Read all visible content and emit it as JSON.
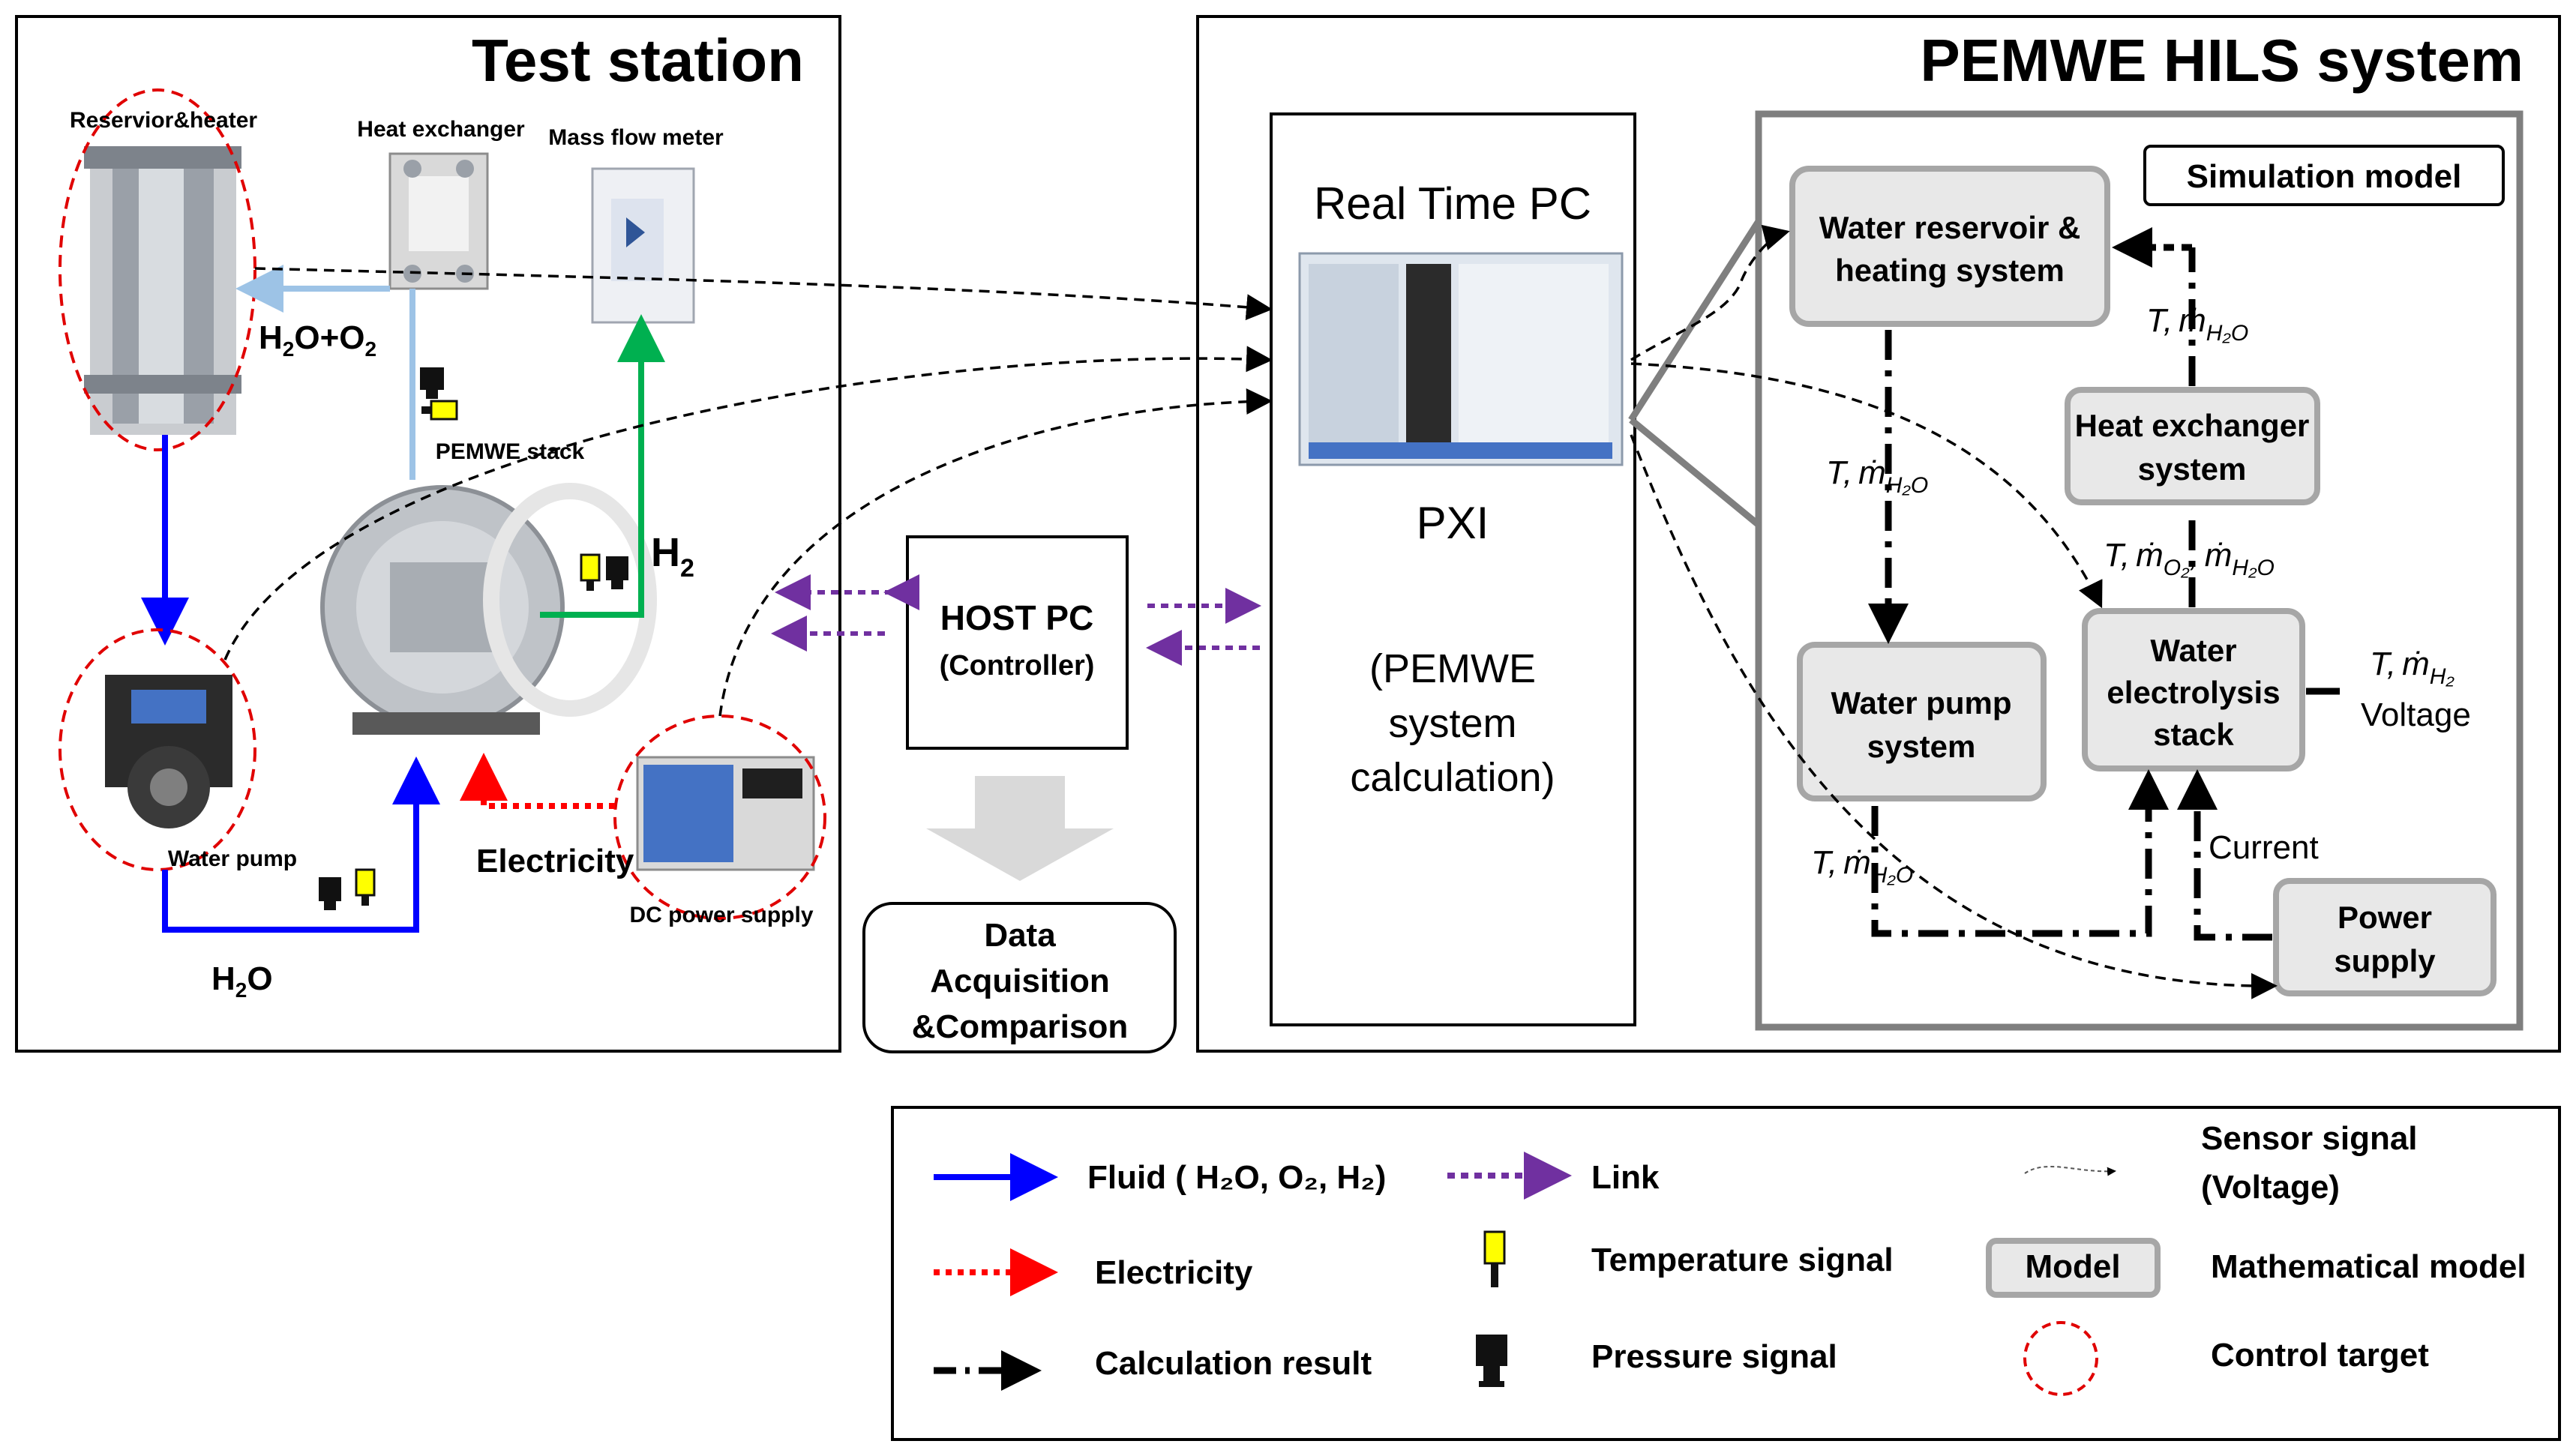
{
  "test_station": {
    "title": "Test station",
    "labels": {
      "reservoir": "Reservior&heater",
      "heat_exchanger": "Heat exchanger",
      "mass_flow_meter": "Mass flow meter",
      "stack": "PEMWE stack",
      "water_pump": "Water pump",
      "dc_power": "DC power supply"
    },
    "flows": {
      "h2o_o2_main": "H",
      "h2o_o2_sub1": "2",
      "h2o_o2_mid": "O+O",
      "h2o_o2_sub2": "2",
      "h2_main": "H",
      "h2_sub": "2",
      "h2o_main": "H",
      "h2o_sub": "2",
      "h2o_tail": "O",
      "electricity": "Electricity"
    }
  },
  "host_pc": {
    "line1": "HOST PC",
    "line2": "(Controller)"
  },
  "data_acq": {
    "line1": "Data",
    "line2": "Acquisition",
    "line3": "&Comparison"
  },
  "hils": {
    "title": "PEMWE HILS system",
    "rt_pc": {
      "title": "Real Time PC",
      "pxi": "PXI",
      "calc1": "(PEMWE",
      "calc2": "system",
      "calc3": "calculation)"
    },
    "sim_model": "Simulation model",
    "blocks": {
      "reservoir1": "Water reservoir &",
      "reservoir2": "heating system",
      "hx1": "Heat exchanger",
      "hx2": "system",
      "pump1": "Water pump",
      "pump2": "system",
      "stack1": "Water",
      "stack2": "electrolysis",
      "stack3": "stack",
      "power1": "Power",
      "power2": "supply"
    },
    "signals": {
      "T": "T",
      "comma": ",",
      "mdot": "ṁ",
      "sub_h2o": "H₂O",
      "sub_o2": "O₂",
      "sub_h2": "H₂",
      "voltage": "Voltage",
      "current": "Current"
    }
  },
  "legend": {
    "fluid": "Fluid ( H₂O, O₂, H₂)",
    "link": "Link",
    "sensor1": "Sensor signal",
    "sensor2": "(Voltage)",
    "electricity": "Electricity",
    "temperature": "Temperature signal",
    "model_box": "Model",
    "math_model": "Mathematical model",
    "calc_result": "Calculation result",
    "pressure": "Pressure signal",
    "control_target": "Control target"
  },
  "colors": {
    "fluid_blue": "#0000ff",
    "light_blue": "#9dc3e6",
    "h2_green": "#00b050",
    "link_purple": "#7030a0",
    "elec_red": "#ff0000",
    "target_red": "#e00000",
    "temp_yellow": "#ffff00",
    "block_fill": "#e8e8e8",
    "block_border": "#a6a6a6",
    "grey_arrow": "#d9d9d9"
  }
}
